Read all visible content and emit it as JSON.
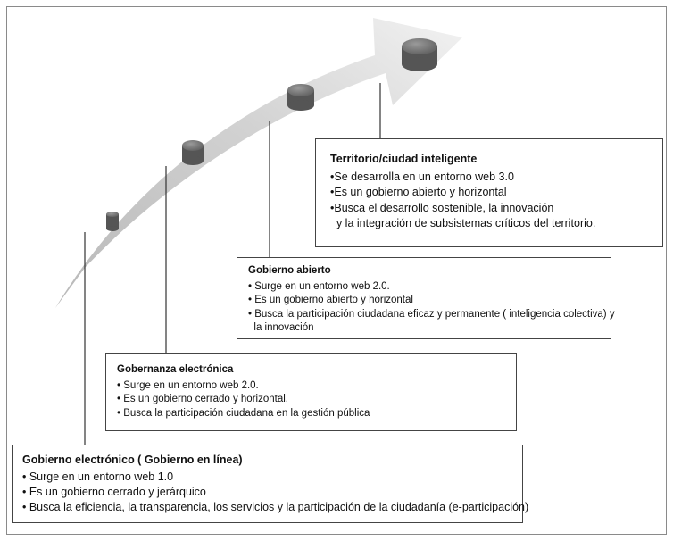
{
  "stages": [
    {
      "title": "Gobierno electrónico ( Gobierno en línea)",
      "items": [
        "• Surge en un entorno web 1.0",
        "• Es un gobierno cerrado y jerárquico",
        "• Busca la eficiencia, la transparencia, los servicios y la participación de la ciudadanía (e-participación)"
      ]
    },
    {
      "title": "Gobernanza electrónica",
      "items": [
        "• Surge en un entorno web 2.0.",
        "• Es un gobierno cerrado y horizontal.",
        "• Busca la participación ciudadana en la gestión pública"
      ]
    },
    {
      "title": "Gobierno abierto",
      "items": [
        "• Surge en un entorno web 2.0.",
        "• Es un gobierno abierto y horizontal",
        "• Busca la participación ciudadana eficaz y permanente ( inteligencia colectiva) y",
        "  la innovación"
      ]
    },
    {
      "title": "Territorio/ciudad inteligente",
      "items": [
        "•Se desarrolla en un entorno web 3.0",
        "•Es un gobierno abierto y horizontal",
        "•Busca el desarrollo sostenible, la innovación",
        "  y la integración de subsistemas críticos del territorio."
      ]
    }
  ],
  "colors": {
    "arrow_light": "#f2f2f2",
    "arrow_dark": "#b8b8b8",
    "cylinder_top": "#8a8a8a",
    "cylinder_side": "#555555",
    "line": "#333333",
    "border": "#444444"
  }
}
